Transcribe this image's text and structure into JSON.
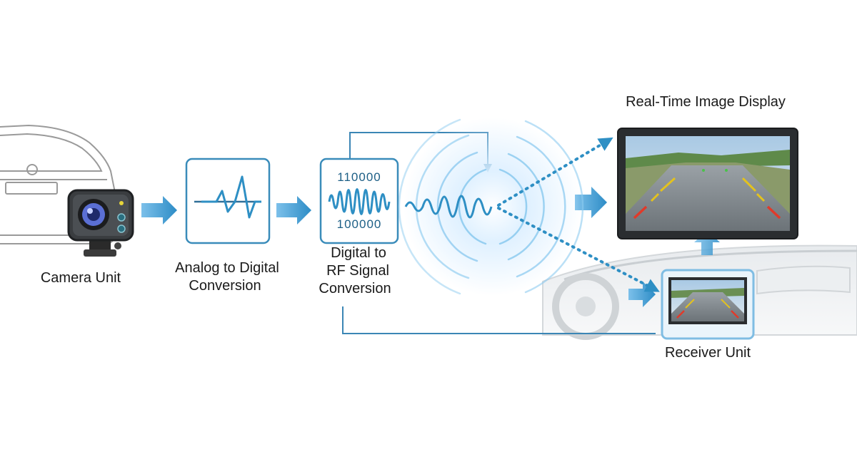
{
  "labels": {
    "camera": "Camera Unit",
    "adc_line1": "Analog to Digital",
    "adc_line2": "Conversion",
    "rf_line1": "Digital to",
    "rf_line2": "RF Signal",
    "rf_line3": "Conversion",
    "display_title": "Real-Time Image Display",
    "receiver": "Receiver Unit"
  },
  "binary": {
    "top": "110000",
    "bottom": "100000"
  },
  "colors": {
    "accent": "#2e8fc4",
    "accent_light": "#5aaee0",
    "box_stroke": "#3a8cba",
    "line": "#3b86b5",
    "text": "#1a1a1a"
  },
  "icons": [
    "car-outline-icon",
    "camera-icon",
    "analog-wave-icon",
    "rf-wave-icon",
    "signal-rings-icon",
    "monitor-icon",
    "receiver-screen-icon",
    "dashboard-icon"
  ]
}
